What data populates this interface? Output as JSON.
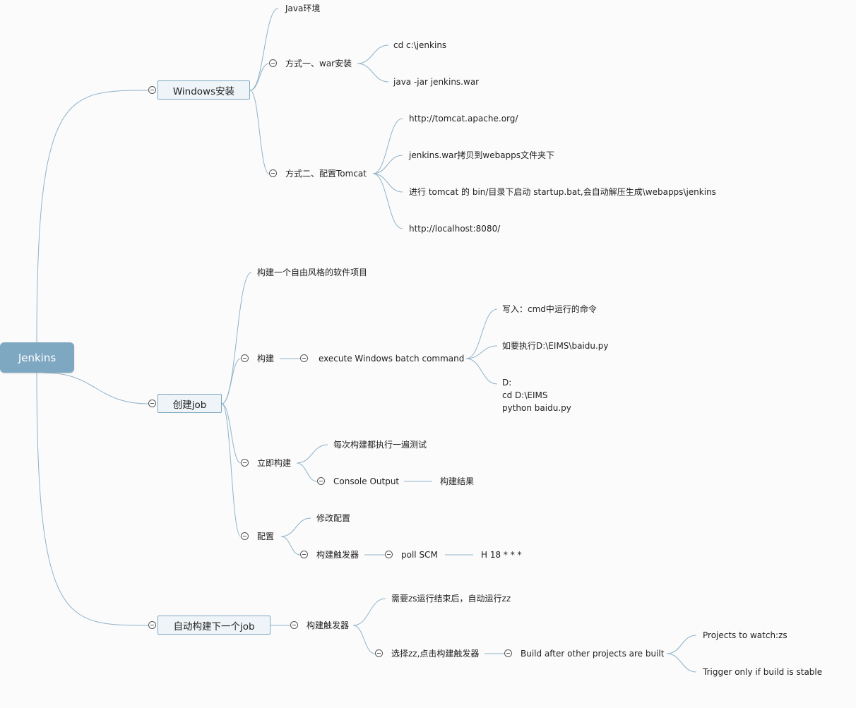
{
  "root": "Jenkins",
  "branches": {
    "windows": {
      "label": "Windows安装",
      "java": "Java环境",
      "way1": {
        "label": "方式一、war安装",
        "items": [
          "cd c:\\jenkins",
          "java -jar jenkins.war"
        ]
      },
      "way2": {
        "label": "方式二、配置Tomcat",
        "items": [
          "http://tomcat.apache.org/",
          "jenkins.war拷贝到webapps文件夹下",
          "进行 tomcat 的 bin/目录下启动 startup.bat,会自动解压生成\\webapps\\jenkins",
          "http://localhost:8080/"
        ]
      }
    },
    "createjob": {
      "label": "创建job",
      "freestyle": "构建一个自由风格的软件项目",
      "build": {
        "label": "构建",
        "batch": "execute Windows batch command",
        "items": [
          "写入：cmd中运行的命令",
          "如要执行D:\\EIMS\\baidu.py"
        ],
        "code": [
          "D:",
          "cd D:\\EIMS",
          "python baidu.py"
        ]
      },
      "buildnow": {
        "label": "立即构建",
        "each": "每次构建都执行一遍测试",
        "console": "Console Output",
        "result": "构建结果"
      },
      "config": {
        "label": "配置",
        "modify": "修改配置",
        "trigger": "构建触发器",
        "poll": "poll SCM",
        "cron": "H 18 * * *"
      }
    },
    "autobuild": {
      "label": "自动构建下一个job",
      "trigger": "构建触发器",
      "need": "需要zs运行结束后，自动运行zz",
      "select": "选择zz,点击构建触发器",
      "after": "Build after other projects are built",
      "watch": "Projects to watch:zs",
      "stable": "Trigger only if build is stable"
    }
  }
}
